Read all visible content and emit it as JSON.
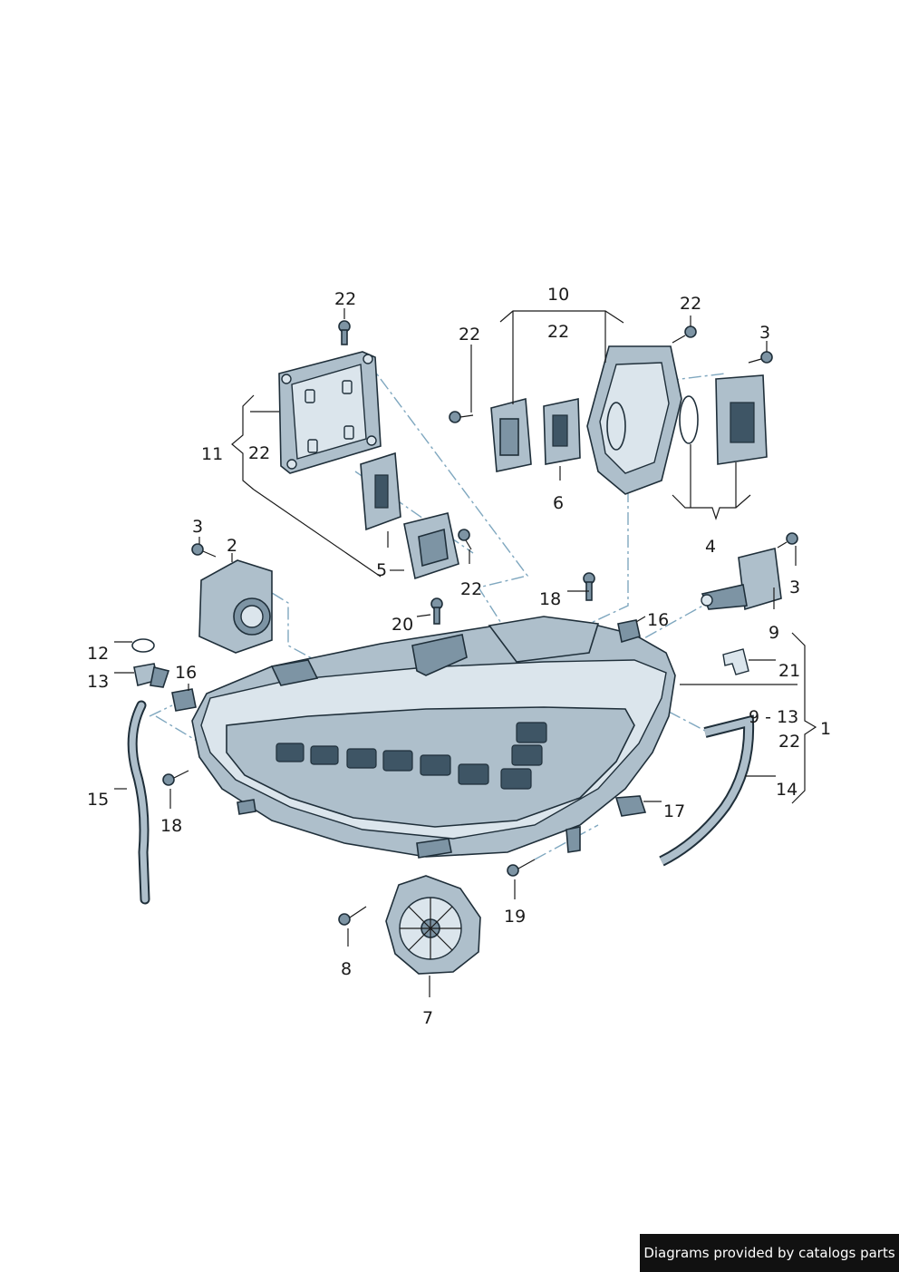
{
  "callouts": [
    {
      "label": "22"
    },
    {
      "label": "10"
    },
    {
      "label": "22"
    },
    {
      "label": "22"
    },
    {
      "label": "22"
    },
    {
      "label": "3"
    },
    {
      "label": "11"
    },
    {
      "label": "22"
    },
    {
      "label": "6"
    },
    {
      "label": "4"
    },
    {
      "label": "3"
    },
    {
      "label": "2"
    },
    {
      "label": "5"
    },
    {
      "label": "22"
    },
    {
      "label": "18"
    },
    {
      "label": "3"
    },
    {
      "label": "20"
    },
    {
      "label": "16"
    },
    {
      "label": "9"
    },
    {
      "label": "12"
    },
    {
      "label": "16"
    },
    {
      "label": "13"
    },
    {
      "label": "21"
    },
    {
      "label": "9 - 13"
    },
    {
      "label": "1"
    },
    {
      "label": "22"
    },
    {
      "label": "15"
    },
    {
      "label": "18"
    },
    {
      "label": "14"
    },
    {
      "label": "17"
    },
    {
      "label": "19"
    },
    {
      "label": "8"
    },
    {
      "label": "7"
    }
  ],
  "footer": {
    "text": "Diagrams provided by catalogs parts"
  }
}
